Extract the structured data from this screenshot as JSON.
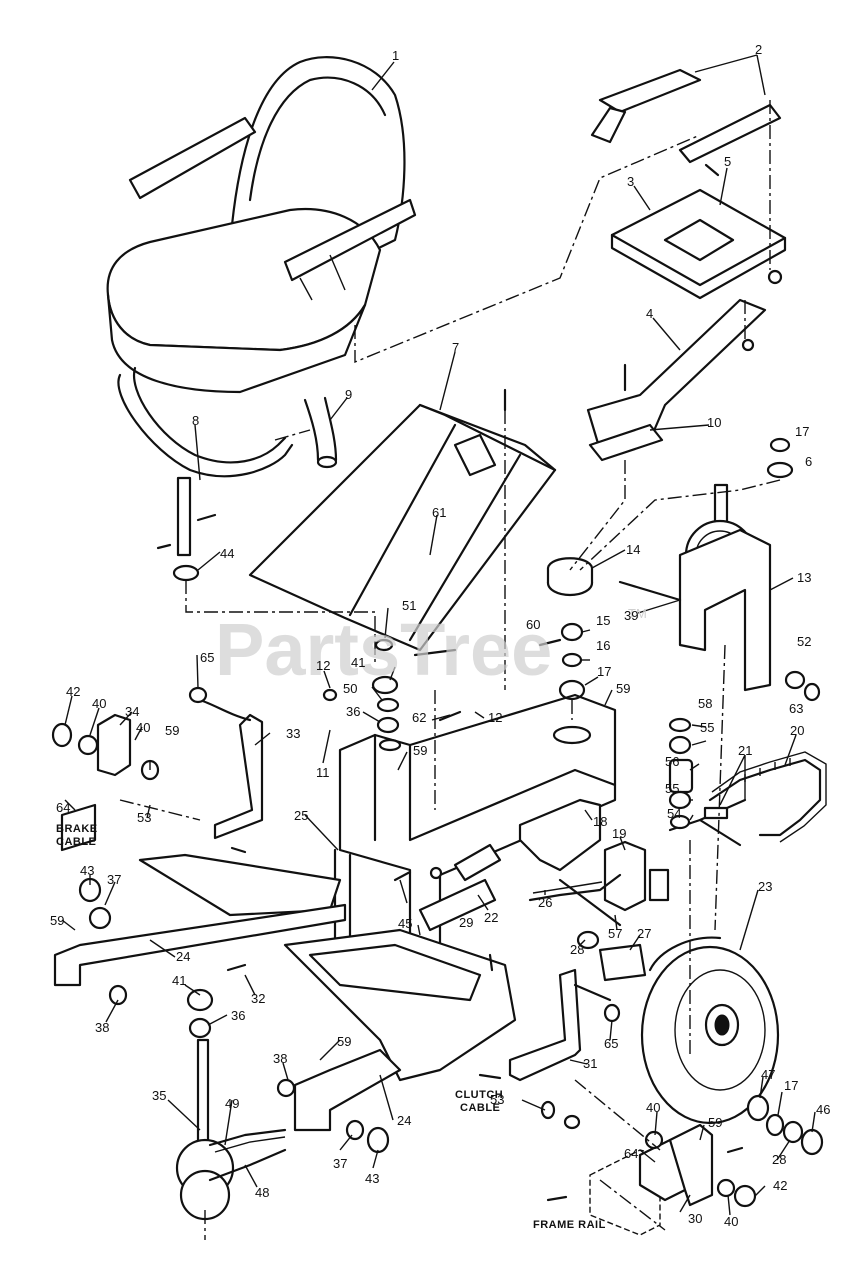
{
  "watermark": {
    "text": "PartsTree",
    "trademark": "TM"
  },
  "captions": {
    "brake_cable_line1": "BRAKE",
    "brake_cable_line2": "CABLE",
    "clutch_cable_line1": "CLUTCH",
    "clutch_cable_line2": "CABLE",
    "frame_rail": "FRAME RAIL"
  },
  "callouts": [
    {
      "id": "c1",
      "text": "1"
    },
    {
      "id": "c2",
      "text": "2"
    },
    {
      "id": "c3",
      "text": "3"
    },
    {
      "id": "c4",
      "text": "4"
    },
    {
      "id": "c5",
      "text": "5"
    },
    {
      "id": "c6",
      "text": "6"
    },
    {
      "id": "c7",
      "text": "7"
    },
    {
      "id": "c8",
      "text": "8"
    },
    {
      "id": "c9",
      "text": "9"
    },
    {
      "id": "c10",
      "text": "10"
    },
    {
      "id": "c11",
      "text": "11"
    },
    {
      "id": "c12a",
      "text": "12"
    },
    {
      "id": "c12b",
      "text": "12"
    },
    {
      "id": "c13",
      "text": "13"
    },
    {
      "id": "c14",
      "text": "14"
    },
    {
      "id": "c15",
      "text": "15"
    },
    {
      "id": "c16",
      "text": "16"
    },
    {
      "id": "c17a",
      "text": "17"
    },
    {
      "id": "c17b",
      "text": "17"
    },
    {
      "id": "c17c",
      "text": "17"
    },
    {
      "id": "c18",
      "text": "18"
    },
    {
      "id": "c19",
      "text": "19"
    },
    {
      "id": "c20",
      "text": "20"
    },
    {
      "id": "c21",
      "text": "21"
    },
    {
      "id": "c22",
      "text": "22"
    },
    {
      "id": "c23",
      "text": "23"
    },
    {
      "id": "c24a",
      "text": "24"
    },
    {
      "id": "c24b",
      "text": "24"
    },
    {
      "id": "c25",
      "text": "25"
    },
    {
      "id": "c26",
      "text": "26"
    },
    {
      "id": "c27",
      "text": "27"
    },
    {
      "id": "c28a",
      "text": "28"
    },
    {
      "id": "c28b",
      "text": "28"
    },
    {
      "id": "c29",
      "text": "29"
    },
    {
      "id": "c30",
      "text": "30"
    },
    {
      "id": "c31",
      "text": "31"
    },
    {
      "id": "c32",
      "text": "32"
    },
    {
      "id": "c33",
      "text": "33"
    },
    {
      "id": "c34",
      "text": "34"
    },
    {
      "id": "c35",
      "text": "35"
    },
    {
      "id": "c36a",
      "text": "36"
    },
    {
      "id": "c36b",
      "text": "36"
    },
    {
      "id": "c37a",
      "text": "37"
    },
    {
      "id": "c37b",
      "text": "37"
    },
    {
      "id": "c38a",
      "text": "38"
    },
    {
      "id": "c38b",
      "text": "38"
    },
    {
      "id": "c39",
      "text": "39"
    },
    {
      "id": "c40a",
      "text": "40"
    },
    {
      "id": "c40b",
      "text": "40"
    },
    {
      "id": "c40c",
      "text": "40"
    },
    {
      "id": "c40d",
      "text": "40"
    },
    {
      "id": "c41a",
      "text": "41"
    },
    {
      "id": "c41b",
      "text": "41"
    },
    {
      "id": "c42a",
      "text": "42"
    },
    {
      "id": "c42b",
      "text": "42"
    },
    {
      "id": "c43a",
      "text": "43"
    },
    {
      "id": "c43b",
      "text": "43"
    },
    {
      "id": "c44",
      "text": "44"
    },
    {
      "id": "c45",
      "text": "45"
    },
    {
      "id": "c46",
      "text": "46"
    },
    {
      "id": "c47",
      "text": "47"
    },
    {
      "id": "c48",
      "text": "48"
    },
    {
      "id": "c49",
      "text": "49"
    },
    {
      "id": "c50",
      "text": "50"
    },
    {
      "id": "c51",
      "text": "51"
    },
    {
      "id": "c52",
      "text": "52"
    },
    {
      "id": "c53a",
      "text": "53"
    },
    {
      "id": "c53b",
      "text": "53"
    },
    {
      "id": "c54",
      "text": "54"
    },
    {
      "id": "c55a",
      "text": "55"
    },
    {
      "id": "c55b",
      "text": "55"
    },
    {
      "id": "c56",
      "text": "56"
    },
    {
      "id": "c57",
      "text": "57"
    },
    {
      "id": "c58",
      "text": "58"
    },
    {
      "id": "c59a",
      "text": "59"
    },
    {
      "id": "c59b",
      "text": "59"
    },
    {
      "id": "c59c",
      "text": "59"
    },
    {
      "id": "c59d",
      "text": "59"
    },
    {
      "id": "c59e",
      "text": "59"
    },
    {
      "id": "c59f",
      "text": "59"
    },
    {
      "id": "c60",
      "text": "60"
    },
    {
      "id": "c61",
      "text": "61"
    },
    {
      "id": "c62",
      "text": "62"
    },
    {
      "id": "c63",
      "text": "63"
    },
    {
      "id": "c64a",
      "text": "64"
    },
    {
      "id": "c64b",
      "text": "64"
    },
    {
      "id": "c65a",
      "text": "65"
    },
    {
      "id": "c65b",
      "text": "65"
    }
  ]
}
